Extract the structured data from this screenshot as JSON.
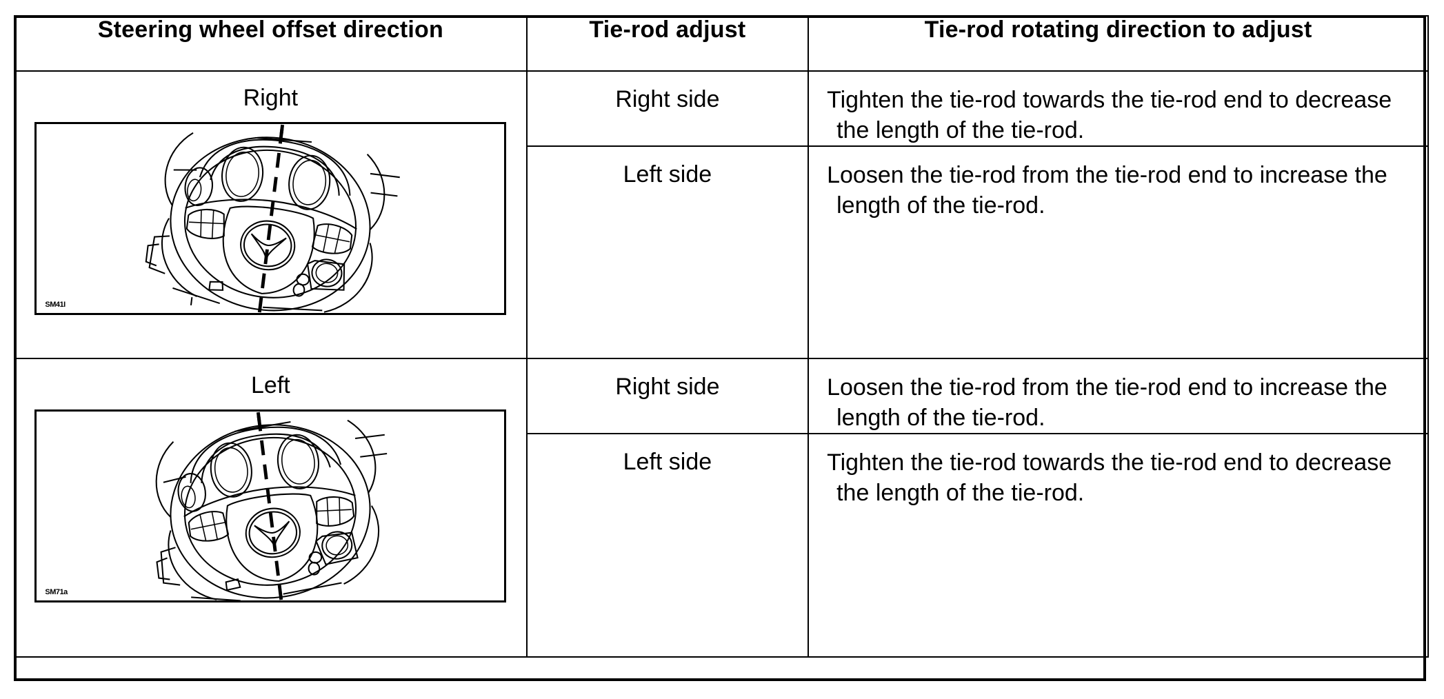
{
  "table": {
    "headers": [
      "Steering wheel offset direction",
      "Tie-rod adjust",
      "Tie-rod rotating direction to adjust"
    ],
    "rows": [
      {
        "direction": "Right",
        "figure": {
          "name": "steering-wheel-offset-right",
          "code": "SM41I",
          "tilt_deg": 7
        },
        "adjustments": [
          {
            "side": "Right side",
            "description": "Tighten the tie-rod towards the tie-rod end to decrease the length of the tie-rod."
          },
          {
            "side": "Left side",
            "description": "Loosen the tie-rod from the tie-rod end to increase the length of the tie-rod."
          }
        ]
      },
      {
        "direction": "Left",
        "figure": {
          "name": "steering-wheel-offset-left",
          "code": "SM71a",
          "tilt_deg": -7
        },
        "adjustments": [
          {
            "side": "Right side",
            "description": "Loosen the tie-rod from the tie-rod end to increase the length of the tie-rod."
          },
          {
            "side": "Left side",
            "description": "Tighten the tie-rod towards the tie-rod end to decrease the length of the tie-rod."
          }
        ]
      }
    ]
  },
  "colors": {
    "line": "#000000",
    "background": "#ffffff",
    "text": "#000000"
  }
}
